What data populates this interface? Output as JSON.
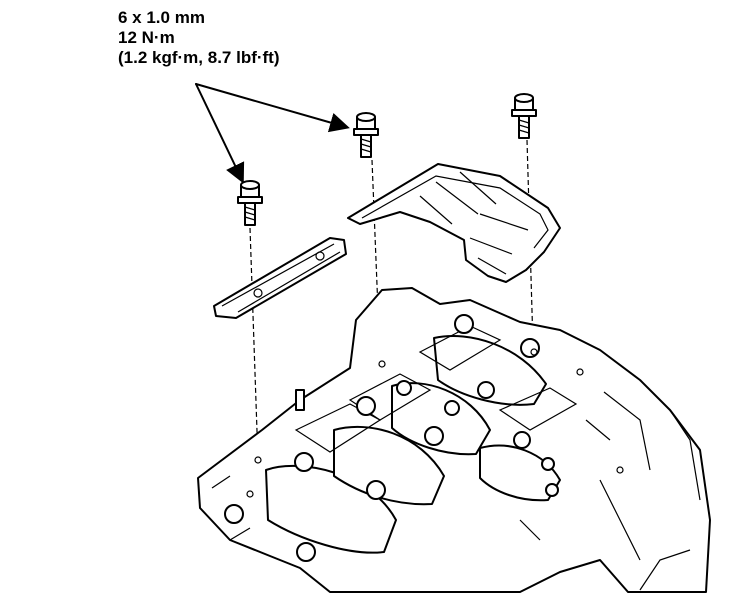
{
  "callout": {
    "thread_size": "6 x 1.0 mm",
    "torque_nm": "12 N·m",
    "torque_alt": "(1.2 kgf·m, 8.7 lbf·ft)"
  },
  "colors": {
    "line": "#000000",
    "background": "#ffffff"
  },
  "icons": [
    "flange-bolt-icon",
    "baffle-plate-icon",
    "crankcase-icon"
  ]
}
